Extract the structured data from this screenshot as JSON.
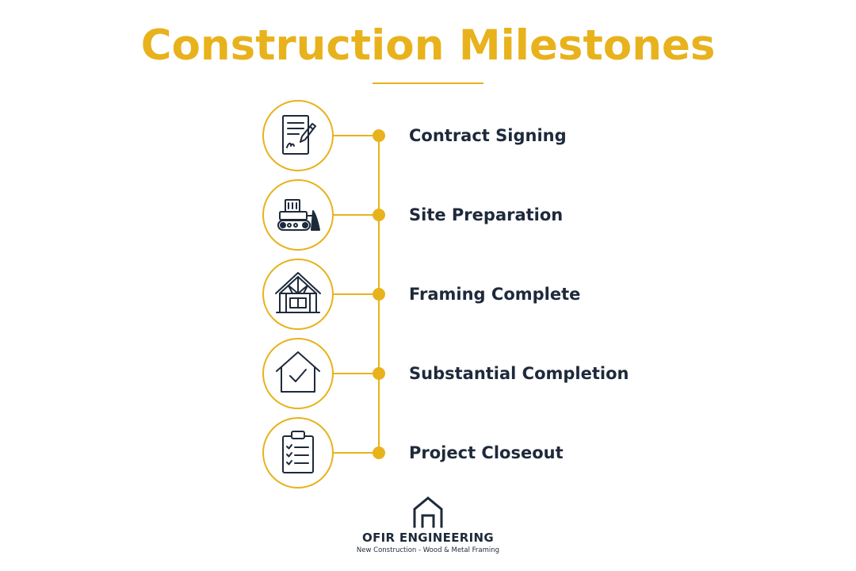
{
  "title": "Construction Milestones",
  "accent_color": "#e8b21c",
  "text_color": "#1e2a3b",
  "milestones": [
    {
      "label": "Contract Signing",
      "icon": "contract-signing-icon"
    },
    {
      "label": "Site Preparation",
      "icon": "bulldozer-icon"
    },
    {
      "label": "Framing Complete",
      "icon": "house-framing-icon"
    },
    {
      "label": "Substantial Completion",
      "icon": "house-check-icon"
    },
    {
      "label": "Project Closeout",
      "icon": "clipboard-checklist-icon"
    }
  ],
  "company": {
    "name": "OFIR ENGINEERING",
    "tagline": "New Construction - Wood & Metal Framing",
    "logo_icon": "house-logo-icon"
  }
}
